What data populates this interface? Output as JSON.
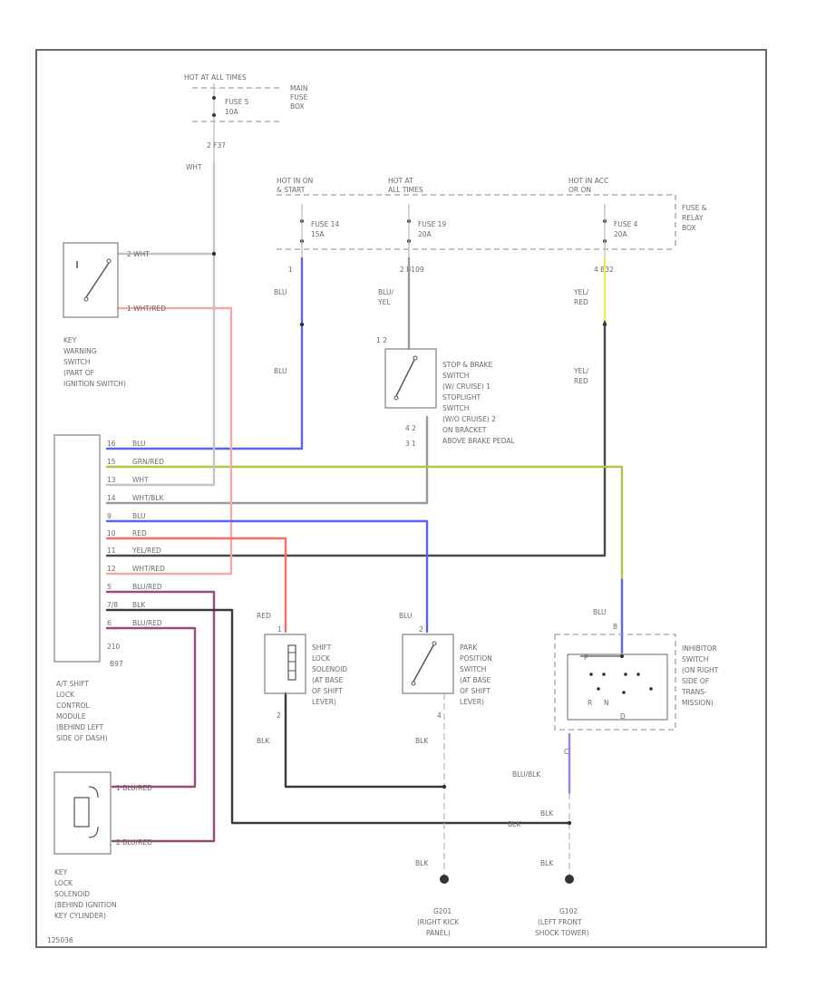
{
  "colors": {
    "blu": "#5b63f0",
    "grn_red": "#b8c24a",
    "wht": "#c4c4c4",
    "wht_blk": "#9a9a9a",
    "red": "#ff6b6b",
    "yel_red": "#4a4a4a",
    "wht_red": "#f4a8a8",
    "blu_red": "#9a4a7a",
    "blk": "#3a3a3a",
    "yel": "#eaea5a",
    "blu_blk": "#8a8ae8",
    "frame": "#6a6a6a"
  },
  "top": {
    "hot_at_all_times": "HOT AT ALL TIMES",
    "main_fuse_box": [
      "MAIN",
      "FUSE",
      "BOX"
    ],
    "fuse5": [
      "FUSE 5",
      "10A"
    ],
    "pin_f37": "2   F37",
    "wht": "WHT"
  },
  "fuse_relay": {
    "hot_run_start": [
      "HOT IN ON",
      "& START"
    ],
    "hot_at_all": [
      "HOT AT",
      "ALL TIMES"
    ],
    "hot_in_acc": [
      "HOT IN ACC",
      "OR ON"
    ],
    "box_label": [
      "FUSE &",
      "RELAY",
      "BOX"
    ],
    "fuse14": [
      "FUSE 14",
      "15A"
    ],
    "fuse19": [
      "FUSE 19",
      "20A"
    ],
    "fuse4": [
      "FUSE 4",
      "20A"
    ],
    "pin_1": "1",
    "pin_b109": "2   B109",
    "pin_b32": "4   B32",
    "blu": "BLU",
    "blu_yel": [
      "BLU/",
      "YEL"
    ],
    "yel_red": [
      "YEL/",
      "RED"
    ]
  },
  "key_warning": {
    "label": [
      "KEY",
      "WARNING",
      "SWITCH",
      "(PART OF",
      "IGNITION SWITCH)"
    ],
    "pin_wht": "2   WHT",
    "pin_wht_red": "1   WHT/RED"
  },
  "stop_brake": {
    "label": [
      "STOP & BRAKE",
      "SWITCH",
      "(W/ CRUISE)  1",
      "STOPLIGHT",
      "SWITCH",
      "(W/O CRUISE)  2",
      "ON BRACKET",
      "ABOVE BRAKE PEDAL"
    ],
    "pins_top": "1   2",
    "pins_side": [
      "4   2",
      "3   1"
    ]
  },
  "module": {
    "pins": [
      {
        "n": "16",
        "wire": "BLU"
      },
      {
        "n": "15",
        "wire": "GRN/RED"
      },
      {
        "n": "13",
        "wire": "WHT"
      },
      {
        "n": "14",
        "wire": "WHT/BLK"
      },
      {
        "n": "9",
        "wire": "BLU"
      },
      {
        "n": "10",
        "wire": "RED"
      },
      {
        "n": "11",
        "wire": "YEL/RED"
      },
      {
        "n": "12",
        "wire": "WHT/RED"
      },
      {
        "n": "5",
        "wire": "BLU/RED"
      },
      {
        "n": "7/8",
        "wire": "BLK"
      },
      {
        "n": "6",
        "wire": "BLU/RED"
      }
    ],
    "conn": "210",
    "conn2": "B97",
    "label": [
      "A/T SHIFT",
      "LOCK",
      "CONTROL",
      "MODULE",
      "(BEHIND LEFT",
      "SIDE OF DASH)"
    ]
  },
  "shift_lock": {
    "label": [
      "SHIFT",
      "LOCK",
      "SOLENOID",
      "(AT BASE",
      "OF SHIFT",
      "LEVER)"
    ],
    "wire_in": "RED",
    "pin_top": "1",
    "pin_bot": "2"
  },
  "park_position": {
    "label": [
      "PARK",
      "POSITION",
      "SWITCH",
      "(AT BASE",
      "OF SHIFT",
      "LEVER)"
    ],
    "wire_in": "BLU",
    "pin_top": "2",
    "pin_bot": "4"
  },
  "inhibitor": {
    "label": [
      "INHIBITOR",
      "SWITCH",
      "(ON RIGHT",
      "SIDE OF",
      "TRANS-",
      "MISSION)"
    ],
    "wire_in": "BLU",
    "pin_top": "B",
    "pin_p": "P",
    "letters": [
      "R",
      "N",
      "D"
    ],
    "pin_c": "C",
    "wire_out": "BLU/BLK"
  },
  "key_lock": {
    "label": [
      "KEY",
      "LOCK",
      "SOLENOID",
      "(BEHIND IGNITION",
      "KEY CYLINDER)"
    ],
    "pin1": "1   BLU/RED",
    "pin2": "2   BLU/RED"
  },
  "grounds": {
    "blk": "BLK",
    "g201": [
      "G201",
      "(RIGHT KICK",
      "PANEL)"
    ],
    "g102": [
      "G102",
      "(LEFT FRONT",
      "SHOCK TOWER)"
    ]
  },
  "footer": "125036"
}
